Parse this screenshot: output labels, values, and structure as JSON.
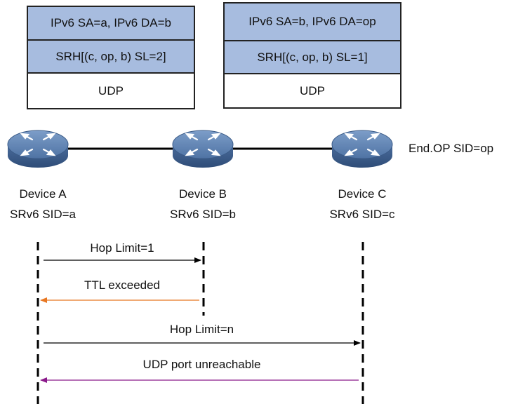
{
  "packets": {
    "left": {
      "ipv6": "IPv6 SA=a, IPv6 DA=b",
      "srh": "SRH[(c, op, b) SL=2]",
      "udp": "UDP"
    },
    "right": {
      "ipv6": "IPv6 SA=b, IPv6 DA=op",
      "srh": "SRH[(c, op, b) SL=1]",
      "udp": "UDP"
    }
  },
  "devices": [
    {
      "name": "Device A",
      "sid": "SRv6 SID=a"
    },
    {
      "name": "Device B",
      "sid": "SRv6 SID=b"
    },
    {
      "name": "Device C",
      "sid": "SRv6 SID=c"
    }
  ],
  "end_op_label": "End.OP SID=op",
  "messages": [
    {
      "label": "Hop Limit=1",
      "color": "#000000"
    },
    {
      "label": "TTL exceeded",
      "color": "#e87722"
    },
    {
      "label": "Hop Limit=n",
      "color": "#000000"
    },
    {
      "label": "UDP port unreachable",
      "color": "#8b1a8b"
    }
  ],
  "colors": {
    "packet_fill": "#a7bcdf",
    "router_top": "#5b7fae",
    "router_side": "#3e5f8c"
  }
}
